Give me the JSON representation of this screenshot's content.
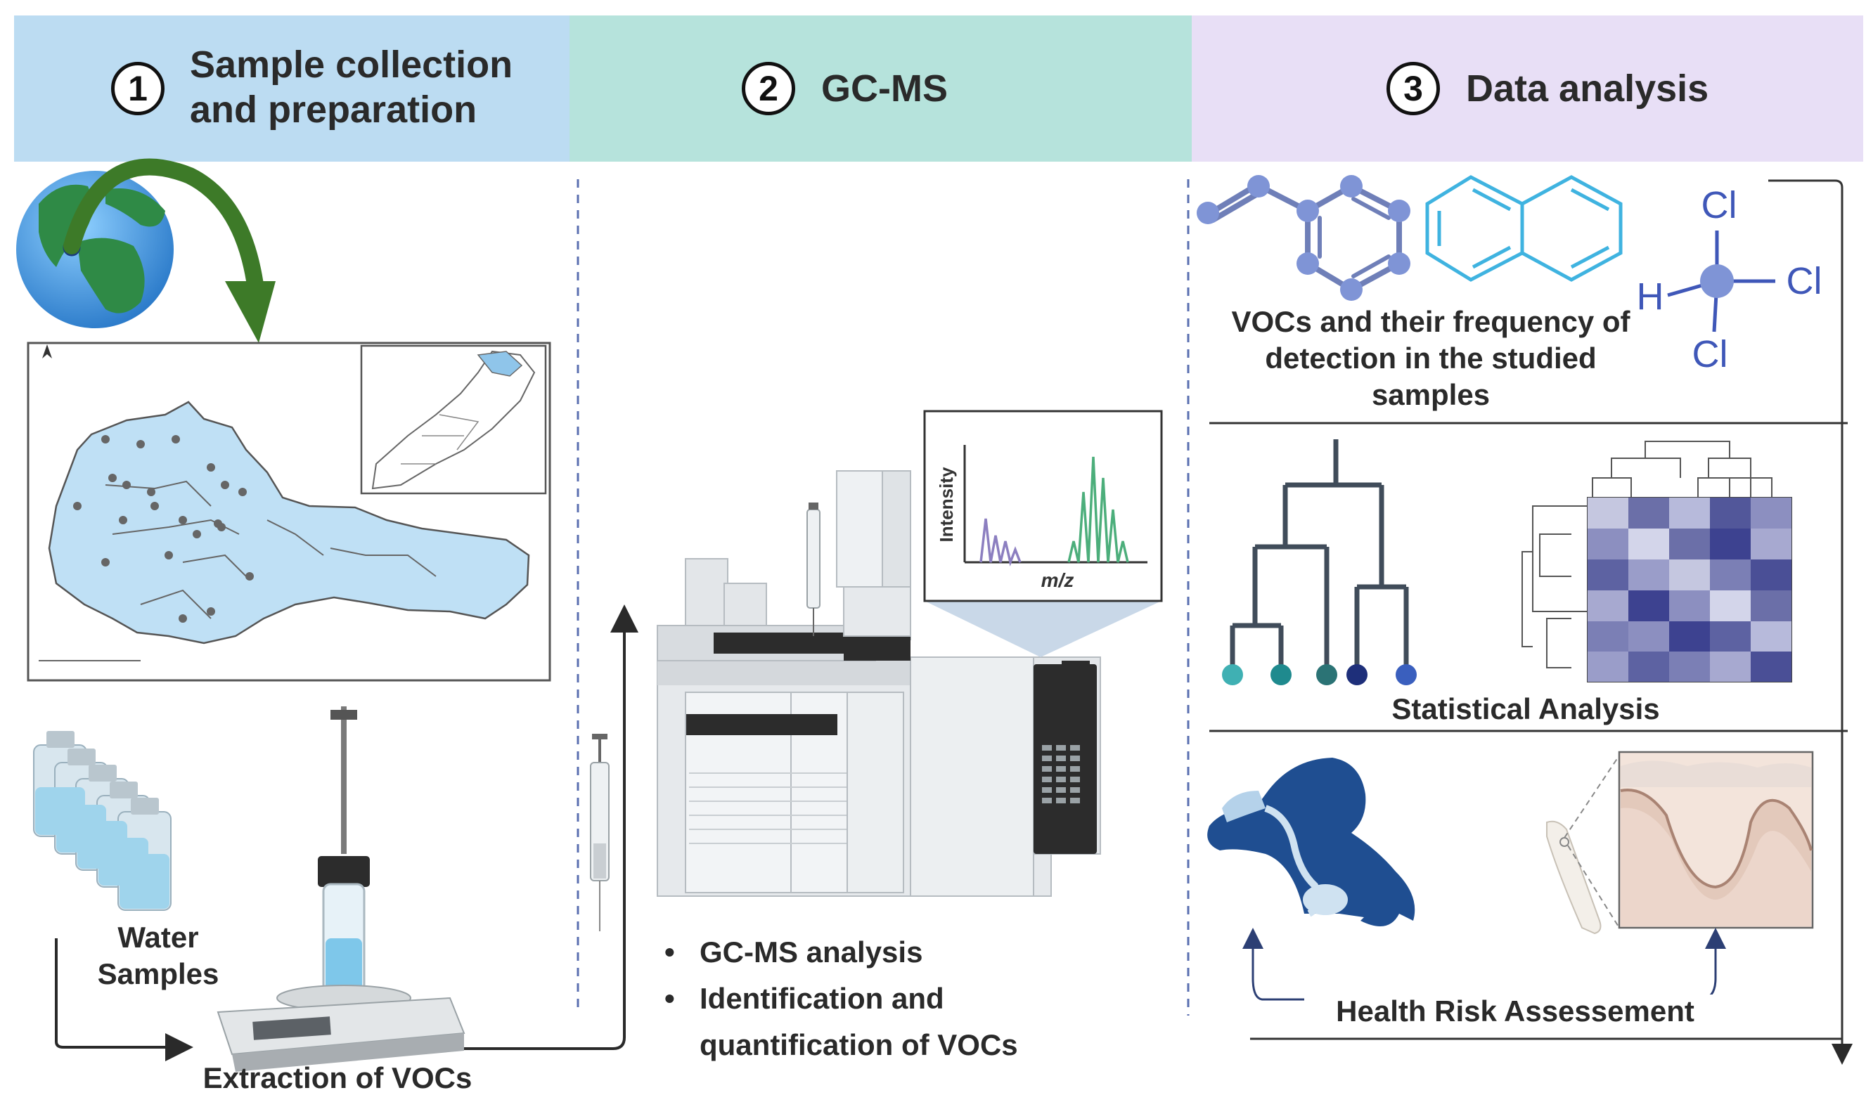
{
  "steps": [
    {
      "number": "1",
      "title_line1": "Sample collection",
      "title_line2": "and preparation"
    },
    {
      "number": "2",
      "title": "GC-MS"
    },
    {
      "number": "3",
      "title": "Data analysis"
    }
  ],
  "step1": {
    "water_samples_line1": "Water",
    "water_samples_line2": "Samples",
    "extraction_label": "Extraction of VOCs"
  },
  "step2": {
    "spectrum_ylabel": "Intensity",
    "spectrum_xlabel": "m/z",
    "bullets": [
      "GC-MS analysis",
      "Identification and",
      "quantification of VOCs"
    ]
  },
  "step3": {
    "molecule_atoms": {
      "cl_top": "Cl",
      "cl_right": "Cl",
      "cl_bottom": "Cl",
      "h": "H"
    },
    "vocs_line1": "VOCs and their frequency of",
    "vocs_line2": "detection in the studied",
    "vocs_line3": "samples",
    "statistical_label": "Statistical Analysis",
    "health_label": "Health Risk Assessement"
  },
  "colors": {
    "band1": "#bcdcf2",
    "band2": "#b6e3dc",
    "band3": "#e8dff6",
    "map_fill": "#bfe0f5",
    "arrow_green": "#3d7a28",
    "molecule_blue": "#7f94d6",
    "naphthalene_cyan": "#3fb3e0",
    "chcl3_blue": "#3f57b8",
    "peak_purple": "#8c7fc0",
    "peak_green": "#4cae7b",
    "silhouette_blue": "#1f4e91"
  }
}
